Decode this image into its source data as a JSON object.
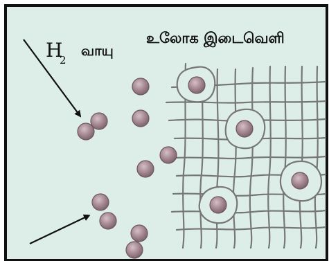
{
  "labels": {
    "gas_label": "வாயு",
    "gas_formula": "H",
    "gas_subscript": "2",
    "metal_gap_label": "உலோக இடைவெளி"
  },
  "colors": {
    "background": "#dceee7",
    "frame": "#111111",
    "lattice": "#777777",
    "atom_fill": "#a78a94",
    "atom_stroke": "#6f5660"
  }
}
